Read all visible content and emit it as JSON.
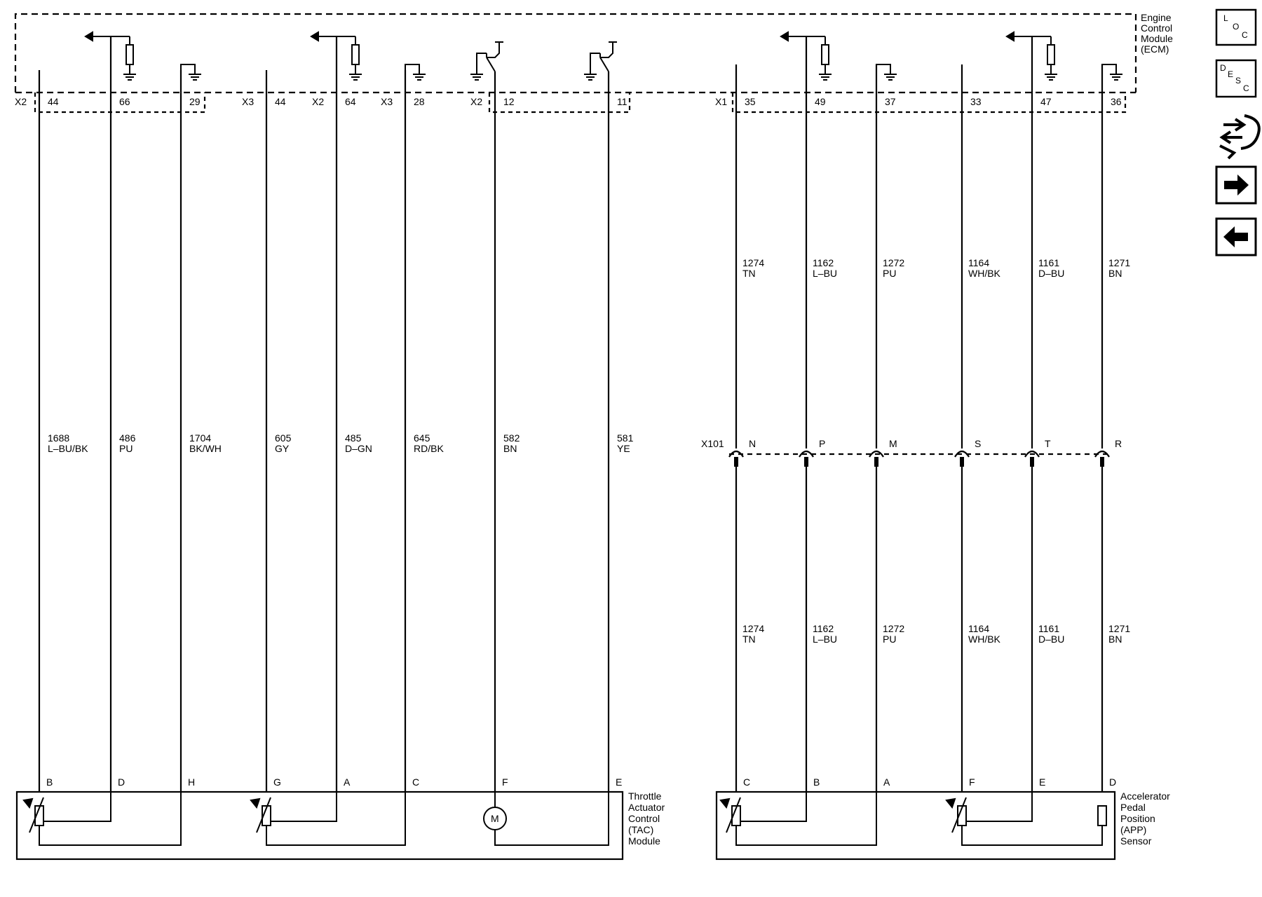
{
  "ecm": {
    "label": [
      "Engine",
      "Control",
      "Module",
      "(ECM)"
    ]
  },
  "tac": {
    "label": [
      "Throttle",
      "Actuator",
      "Control",
      "(TAC)",
      "Module"
    ]
  },
  "app": {
    "label": [
      "Accelerator",
      "Pedal",
      "Position",
      "(APP)",
      "Sensor"
    ]
  },
  "inline_connector": "X101",
  "left_wires": [
    {
      "conn": "X2",
      "pin": "44",
      "circuit": "1688",
      "color": "L–BU/BK",
      "comp_pin": "B"
    },
    {
      "conn": "",
      "pin": "66",
      "circuit": "486",
      "color": "PU",
      "comp_pin": "D"
    },
    {
      "conn": "",
      "pin": "29",
      "circuit": "1704",
      "color": "BK/WH",
      "comp_pin": "H"
    },
    {
      "conn": "X3",
      "pin": "44",
      "circuit": "605",
      "color": "GY",
      "comp_pin": "G"
    },
    {
      "conn": "X2",
      "pin": "64",
      "circuit": "485",
      "color": "D–GN",
      "comp_pin": "A"
    },
    {
      "conn": "X3",
      "pin": "28",
      "circuit": "645",
      "color": "RD/BK",
      "comp_pin": "C"
    },
    {
      "conn": "X2",
      "pin": "12",
      "circuit": "582",
      "color": "BN",
      "comp_pin": "F"
    },
    {
      "conn": "",
      "pin": "11",
      "circuit": "581",
      "color": "YE",
      "comp_pin": "E"
    }
  ],
  "right_wires": [
    {
      "conn": "X1",
      "pin": "35",
      "circuit": "1274",
      "color": "TN",
      "x101": "N",
      "comp_pin": "C"
    },
    {
      "conn": "",
      "pin": "49",
      "circuit": "1162",
      "color": "L–BU",
      "x101": "P",
      "comp_pin": "B"
    },
    {
      "conn": "",
      "pin": "37",
      "circuit": "1272",
      "color": "PU",
      "x101": "M",
      "comp_pin": "A"
    },
    {
      "conn": "",
      "pin": "33",
      "circuit": "1164",
      "color": "WH/BK",
      "x101": "S",
      "comp_pin": "F"
    },
    {
      "conn": "",
      "pin": "47",
      "circuit": "1161",
      "color": "D–BU",
      "x101": "T",
      "comp_pin": "E"
    },
    {
      "conn": "",
      "pin": "36",
      "circuit": "1271",
      "color": "BN",
      "x101": "R",
      "comp_pin": "D"
    }
  ],
  "motor_label": "M",
  "side_buttons": [
    {
      "name": "loc-button",
      "label": "LOC",
      "icon": "loc-icon"
    },
    {
      "name": "desc-button",
      "label": "DESC",
      "icon": "desc-icon"
    },
    {
      "name": "connector-view-button",
      "label": "",
      "icon": "harness-connector-icon"
    },
    {
      "name": "next-page-button",
      "label": "",
      "icon": "arrow-right-icon"
    },
    {
      "name": "prev-page-button",
      "label": "",
      "icon": "arrow-left-icon"
    }
  ]
}
